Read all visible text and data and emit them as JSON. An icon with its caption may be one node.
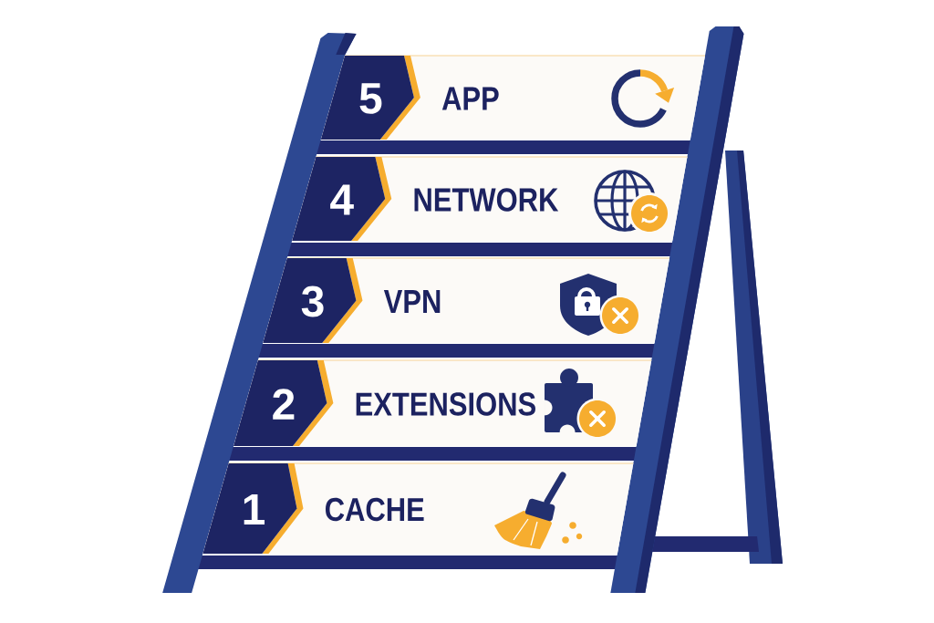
{
  "diagram": {
    "nodes": [
      {
        "text": [
          "5",
          "APP"
        ]
      },
      {
        "text": [
          "4",
          "NETWORK"
        ]
      },
      {
        "text": [
          "3",
          "VPN"
        ]
      },
      {
        "text": [
          "2",
          "EXTENSIONS"
        ]
      },
      {
        "text": [
          "1",
          "CACHE"
        ]
      }
    ]
  }
}
